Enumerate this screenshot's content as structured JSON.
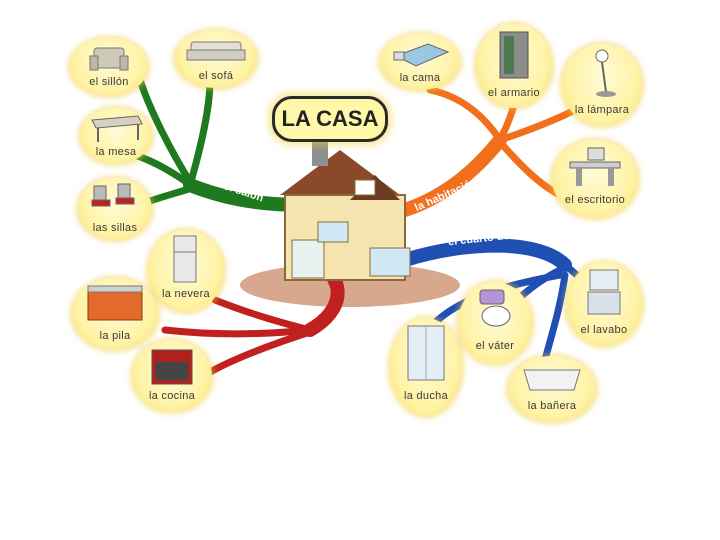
{
  "title": "LA CASA",
  "branches": {
    "salon": {
      "label": "el salón",
      "color": "#1f7a1f",
      "items": [
        "el sillón",
        "el sofá",
        "la mesa",
        "las sillas"
      ]
    },
    "habitacion": {
      "label": "la habitación",
      "color": "#f2701c",
      "items": [
        "la cama",
        "el armario",
        "la lámpara",
        "el escritorio"
      ]
    },
    "cuarto": {
      "label": "el cuarto de baño",
      "color": "#1f4fb3",
      "items": [
        "el lavabo",
        "el váter",
        "la ducha",
        "la bañera"
      ]
    },
    "cocina": {
      "label": "la cocina",
      "color": "#c0201f",
      "items": [
        "la nevera",
        "la pila",
        "la cocina"
      ]
    }
  },
  "icons": [
    "armchair-icon",
    "sofa-icon",
    "table-icon",
    "chairs-icon",
    "bed-icon",
    "wardrobe-icon",
    "lamp-icon",
    "desk-icon",
    "sink-icon",
    "toilet-icon",
    "shower-icon",
    "bathtub-icon",
    "fridge-icon",
    "kitchen-sink-icon",
    "stove-icon",
    "house-icon"
  ]
}
